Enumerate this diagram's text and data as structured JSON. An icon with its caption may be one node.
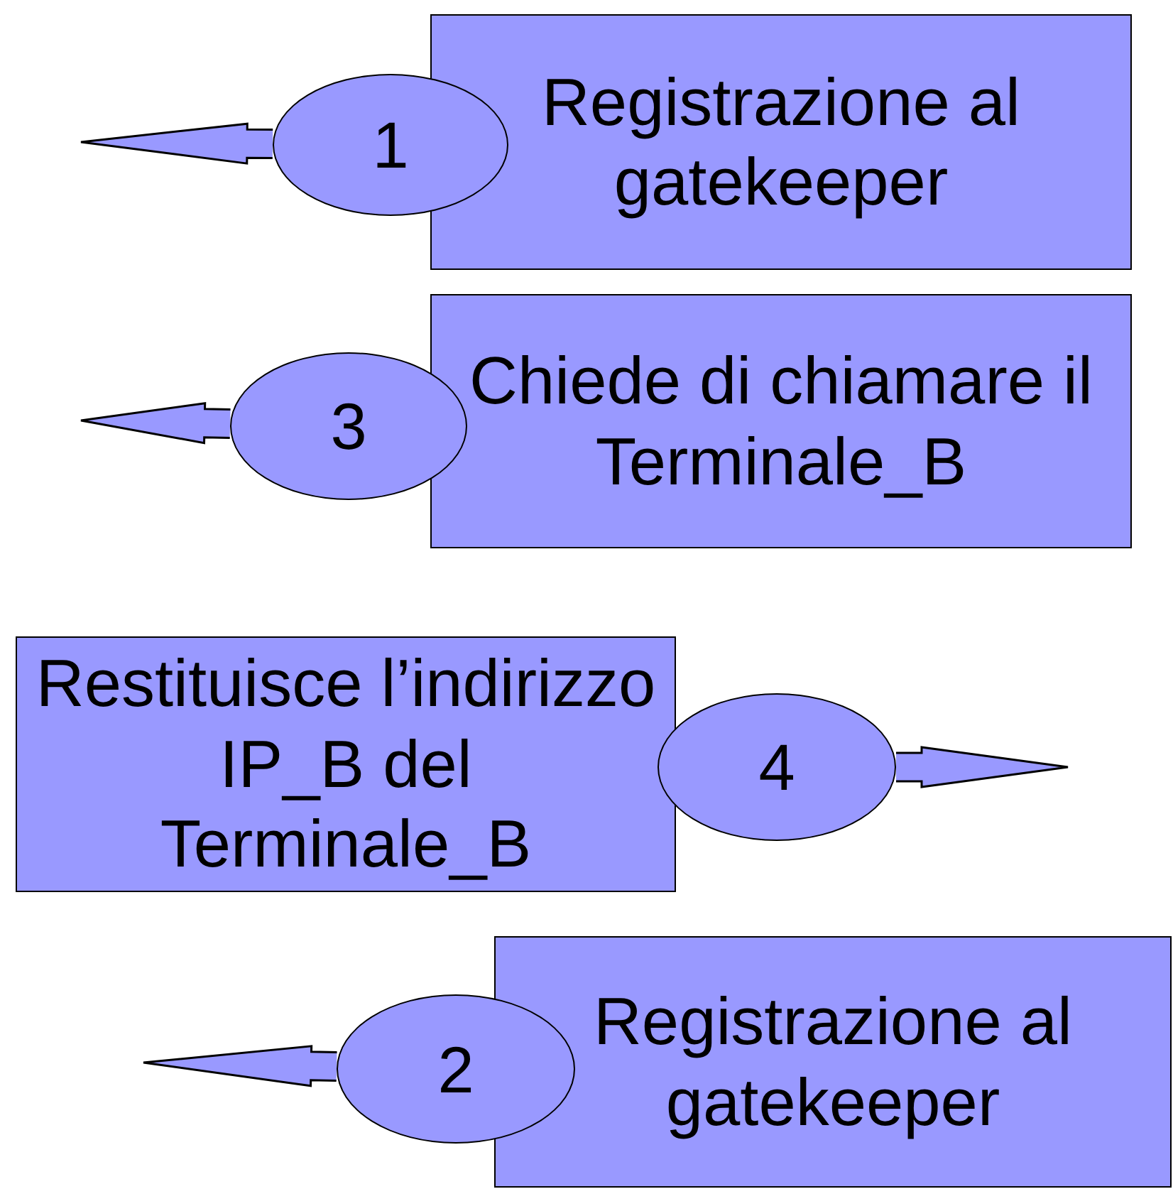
{
  "diagram": {
    "nodes": [
      {
        "text": [
          "Registrazione al gatekeeper"
        ]
      },
      {
        "text": [
          "1"
        ]
      },
      {
        "text": [
          "Chiede di chiamare il Terminale_B"
        ]
      },
      {
        "text": [
          "3"
        ]
      },
      {
        "text": [
          "Restituisce l’indirizzo IP_B del Terminale_B"
        ]
      },
      {
        "text": [
          "4"
        ]
      },
      {
        "text": [
          "Registrazione al gatekeeper"
        ]
      },
      {
        "text": [
          "2"
        ]
      }
    ],
    "edges": [
      {
        "from": 1,
        "to": null,
        "arrow": "to"
      },
      {
        "from": 3,
        "to": null,
        "arrow": "to"
      },
      {
        "from": 5,
        "to": null,
        "arrow": "to"
      },
      {
        "from": 7,
        "to": null,
        "arrow": "to"
      }
    ]
  }
}
